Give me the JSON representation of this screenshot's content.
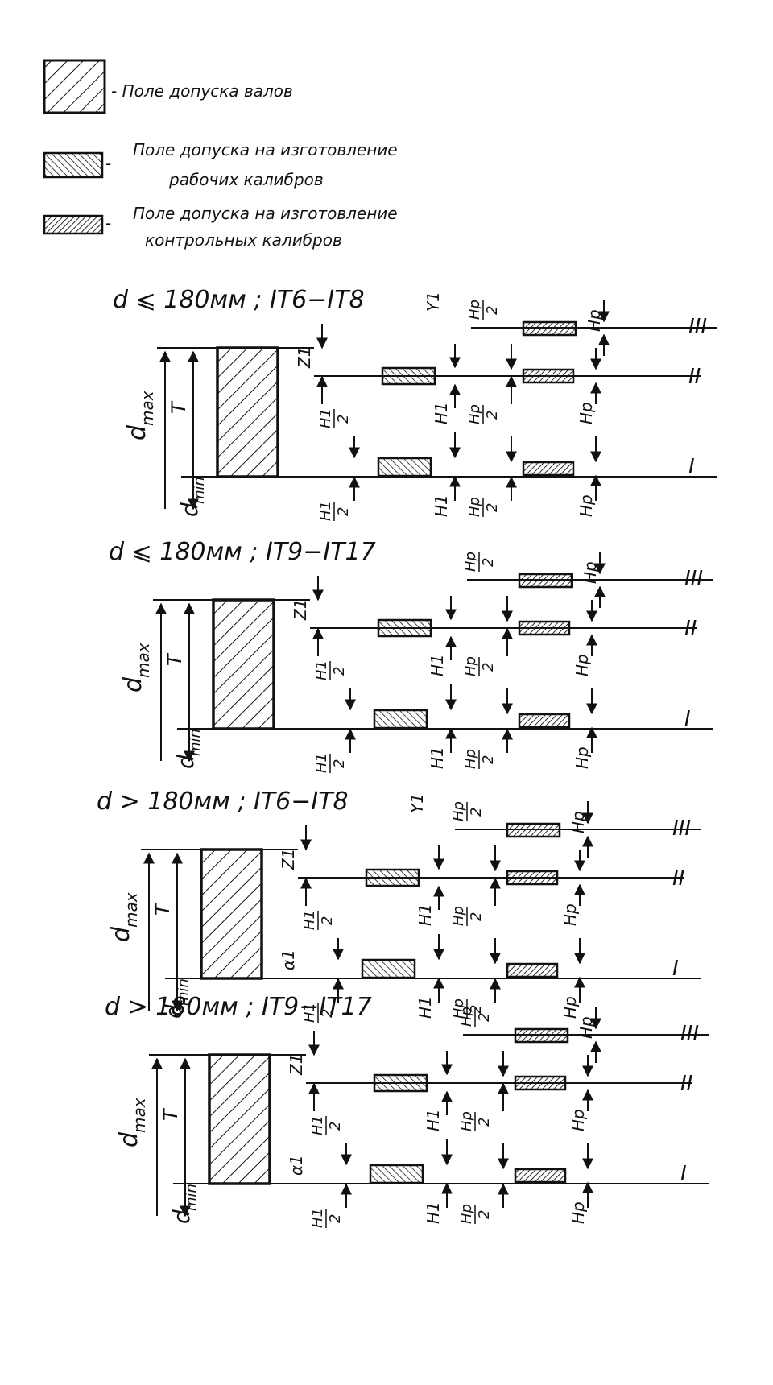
{
  "legend": {
    "shaft": "- Поле допуска валов",
    "working_line1": "Поле допуска на изготовление",
    "working_line2": "рабочих калибров",
    "control_line1": "Поле допуска на изготовление",
    "control_line2": "контрольных калибров",
    "dash": "-"
  },
  "labels": {
    "dmax_base": "d",
    "dmax_sub": "max",
    "dmin_base": "d",
    "dmin_sub": "min",
    "T": "T",
    "Z1": "Z1",
    "Y1": "Y1",
    "alpha1": "α1",
    "H1": "H1",
    "Hp": "Hp",
    "H1_half_num": "H1",
    "Hp_half_num": "Hp",
    "half_den": "2",
    "I": "I",
    "II": "II",
    "III": "III"
  },
  "diagrams": [
    {
      "title": "d ⩽ 180мм ; IT6−IT8"
    },
    {
      "title": "d ⩽ 180мм ; IT9−IT17"
    },
    {
      "title": "d > 180мм ; IT6−IT8"
    },
    {
      "title": "d > 180мм ; IT9−IT17"
    }
  ],
  "colors": {
    "ink": "#111111",
    "paper": "#ffffff"
  }
}
